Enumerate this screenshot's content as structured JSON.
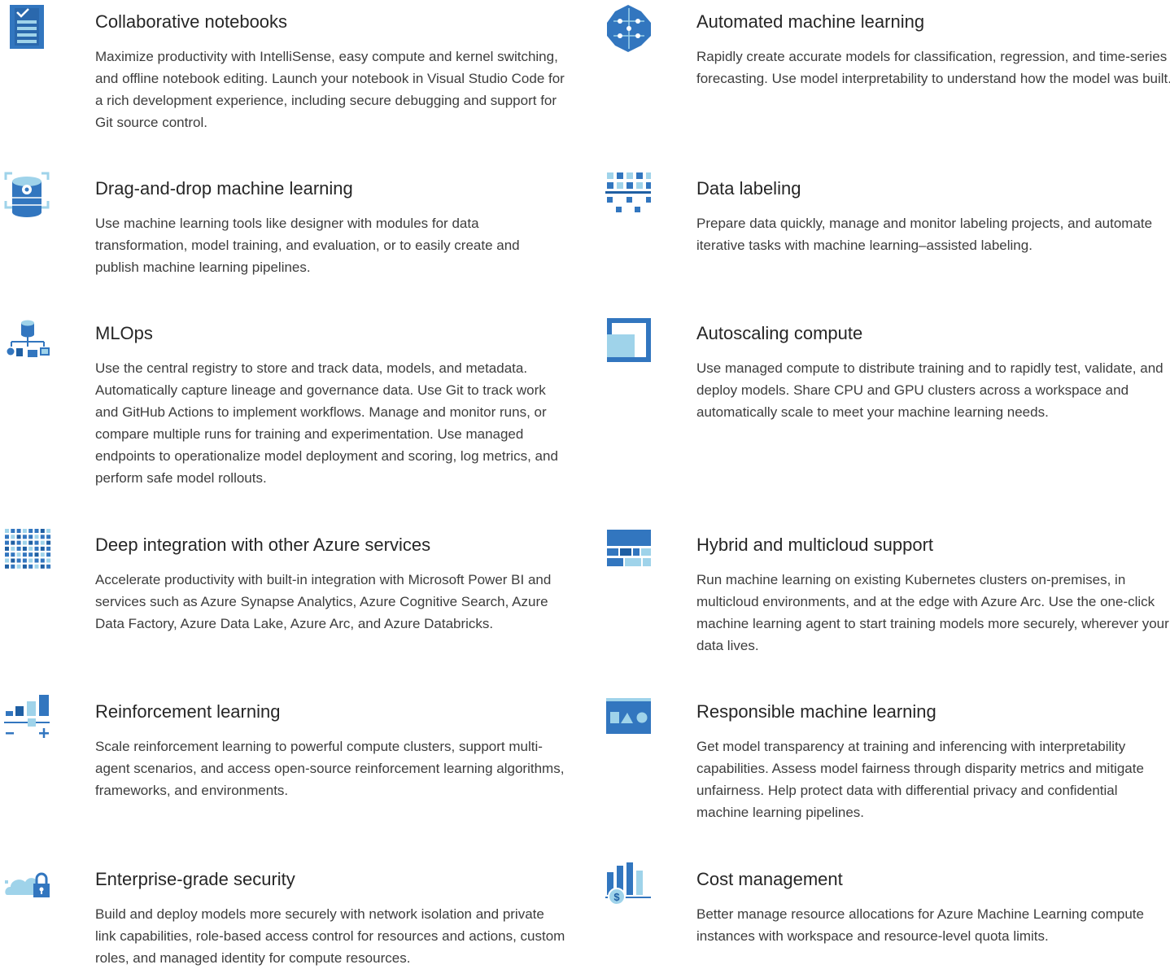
{
  "colors": {
    "primary": "#3276bf",
    "dark": "#1f5fa3",
    "light": "#9fd3ea",
    "title_text": "#262626",
    "body_text": "#3d3d3d"
  },
  "features": [
    {
      "title": "Collaborative notebooks",
      "icon": "notebook-checklist-icon",
      "description": "Maximize productivity with IntelliSense, easy compute and kernel switching, and offline notebook editing. Launch your notebook in Visual Studio Code for a rich development experience, including secure debugging and support for Git source control."
    },
    {
      "title": "Automated machine learning",
      "icon": "brain-circuit-icon",
      "description": "Rapidly create accurate models for classification, regression, and time-series forecasting. Use model interpretability to understand how the model was built."
    },
    {
      "title": "Drag-and-drop machine learning",
      "icon": "database-gear-icon",
      "description": "Use machine learning tools like designer with modules for data transformation, model training, and evaluation, or to easily create and publish machine learning pipelines."
    },
    {
      "title": "Data labeling",
      "icon": "labeling-grid-icon",
      "description": "Prepare data quickly, manage and monitor labeling projects, and automate iterative tasks with machine learning–assisted labeling."
    },
    {
      "title": "MLOps",
      "icon": "database-hierarchy-icon",
      "description": "Use the central registry to store and track data, models, and metadata. Automatically capture lineage and governance data. Use Git to track work and GitHub Actions to implement workflows. Manage and monitor runs, or compare multiple runs for training and experimentation. Use managed endpoints to operationalize model deployment and scoring, log metrics, and perform safe model rollouts."
    },
    {
      "title": "Autoscaling compute",
      "icon": "scaling-squares-icon",
      "description": "Use managed compute to distribute training and to rapidly test, validate, and deploy models. Share CPU and GPU clusters across a workspace and automatically scale to meet your machine learning needs."
    },
    {
      "title": "Deep integration with other Azure services",
      "icon": "dot-grid-icon",
      "description": "Accelerate productivity with built-in integration with Microsoft Power BI and services such as Azure Synapse Analytics, Azure Cognitive Search, Azure Data Factory, Azure Data Lake, Azure Arc, and Azure Databricks."
    },
    {
      "title": "Hybrid and multicloud support",
      "icon": "block-layout-icon",
      "description": "Run machine learning on existing Kubernetes clusters on-premises, in multicloud environments, and at the edge with Azure Arc. Use the one-click machine learning agent to start training models more securely, wherever your data lives."
    },
    {
      "title": "Reinforcement learning",
      "icon": "bar-slider-icon",
      "description": "Scale reinforcement learning to powerful compute clusters, support multi-agent scenarios, and access open-source reinforcement learning algorithms, frameworks, and environments."
    },
    {
      "title": "Responsible machine learning",
      "icon": "shapes-panel-icon",
      "description": "Get model transparency at training and inferencing with interpretability capabilities. Assess model fairness through disparity metrics and mitigate unfairness. Help protect data with differential privacy and confidential machine learning pipelines."
    },
    {
      "title": "Enterprise-grade security",
      "icon": "cloud-lock-icon",
      "description": "Build and deploy models more securely with network isolation and private link capabilities, role-based access control for resources and actions, custom roles, and managed identity for compute resources."
    },
    {
      "title": "Cost management",
      "icon": "bar-chart-dollar-icon",
      "description": "Better manage resource allocations for Azure Machine Learning compute instances with workspace and resource-level quota limits."
    }
  ]
}
